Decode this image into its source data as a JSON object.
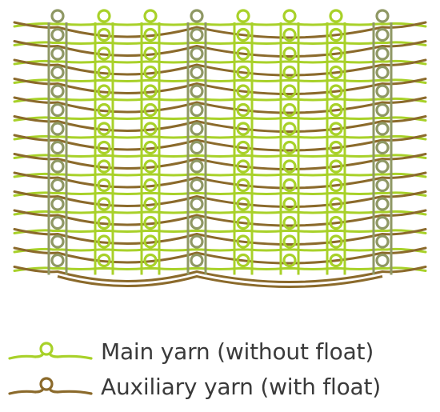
{
  "colors": {
    "main_yarn": "#a8d129",
    "auxiliary_yarn": "#8b6a2b",
    "tuck_loop": "#8f9864",
    "legend_text": "#3a3a3a"
  },
  "structure": {
    "columns": 8,
    "rows": 14,
    "auxiliary_columns": [
      0,
      3,
      7
    ]
  },
  "legend": {
    "items": [
      {
        "label": "Main yarn (without float)",
        "swatch_icon": "main-yarn-loop-icon"
      },
      {
        "label": "Auxiliary yarn (with float)",
        "swatch_icon": "auxiliary-yarn-loop-icon"
      }
    ]
  }
}
